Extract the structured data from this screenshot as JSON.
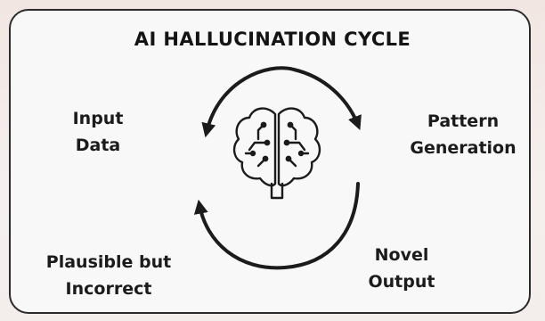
{
  "diagram": {
    "title": "AI HALLUCINATION CYCLE",
    "center_icon": "brain-icon",
    "stages": [
      {
        "id": "input",
        "label": "Input\nData"
      },
      {
        "id": "pattern",
        "label": "Pattern\nGeneration"
      },
      {
        "id": "novel",
        "label": "Novel\nOutput"
      },
      {
        "id": "plausible",
        "label": "Plausible but\nIncorrect"
      }
    ],
    "colors": {
      "ink": "#1b1b1b",
      "card": "#f8f8f8",
      "background": "#f3eeec"
    }
  }
}
